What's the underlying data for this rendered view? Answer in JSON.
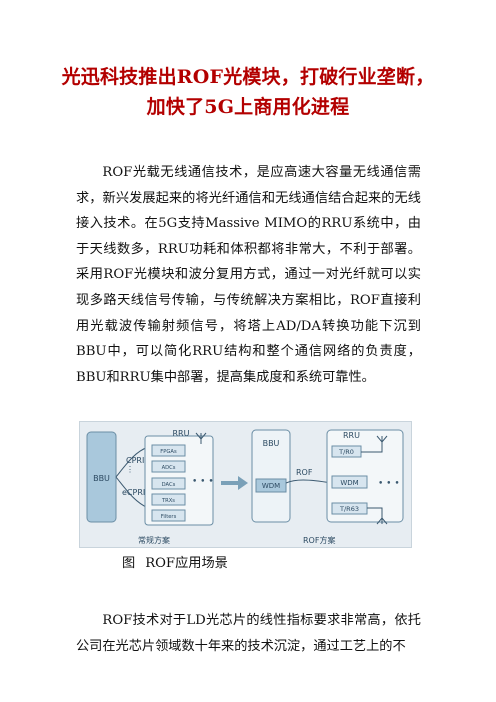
{
  "title": {
    "line1": "光迅科技推出ROF光模块，打破行业垄断，",
    "line2": "加快了5G上商用化进程"
  },
  "paragraph1": "ROF光载无线通信技术，是应高速大容量无线通信需求，新兴发展起来的将光纤通信和无线通信结合起来的无线接入技术。在5G支持Massive MIMO的RRU系统中，由于天线数多，RRU功耗和体积都将非常大，不利于部署。采用ROF光模块和波分复用方式，通过一对光纤就可以实现多路天线信号传输，与传统解决方案相比，ROF直接利用光载波传输射频信号，将塔上AD/DA转换功能下沉到BBU中，可以简化RRU结构和整个通信网络的负责度，BBU和RRU集中部署，提高集成度和系统可靠性。",
  "figure": {
    "left": {
      "bbu": "BBU",
      "cpri": "CPRI",
      "ecpri": "eCPRI",
      "rru": "RRU",
      "blocks": [
        "FPGAs",
        "ADCs",
        "DACs",
        "TRXs",
        "Filters"
      ],
      "dots": "• • •",
      "label": "常规方案"
    },
    "right": {
      "bbu": "BBU",
      "wdm_left": "WDM",
      "rof": "ROF",
      "rru": "RRU",
      "trx_top": "T/R0",
      "wdm_right": "WDM",
      "trx_bottom": "T/R63",
      "dots": "• • •",
      "label": "ROF方案"
    }
  },
  "caption": {
    "prefix": "图",
    "text": "ROF应用场景"
  },
  "paragraph2": "ROF技术对于LD光芯片的线性指标要求非常高，依托公司在光芯片领域数十年来的技术沉淀，通过工艺上的不"
}
